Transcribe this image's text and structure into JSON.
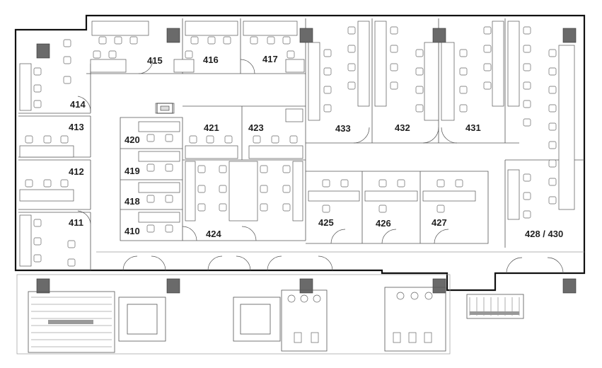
{
  "plan": {
    "rooms": [
      {
        "id": "r414",
        "label": "414"
      },
      {
        "id": "r415",
        "label": "415"
      },
      {
        "id": "r416",
        "label": "416"
      },
      {
        "id": "r417",
        "label": "417"
      },
      {
        "id": "r413",
        "label": "413"
      },
      {
        "id": "r412",
        "label": "412"
      },
      {
        "id": "r411",
        "label": "411"
      },
      {
        "id": "r420",
        "label": "420"
      },
      {
        "id": "r419",
        "label": "419"
      },
      {
        "id": "r418",
        "label": "418"
      },
      {
        "id": "r410",
        "label": "410"
      },
      {
        "id": "r421",
        "label": "421"
      },
      {
        "id": "r423",
        "label": "423"
      },
      {
        "id": "r424",
        "label": "424"
      },
      {
        "id": "r425",
        "label": "425"
      },
      {
        "id": "r426",
        "label": "426"
      },
      {
        "id": "r427",
        "label": "427"
      },
      {
        "id": "r433",
        "label": "433"
      },
      {
        "id": "r432",
        "label": "432"
      },
      {
        "id": "r431",
        "label": "431"
      },
      {
        "id": "r428",
        "label": "428 / 430"
      }
    ]
  }
}
